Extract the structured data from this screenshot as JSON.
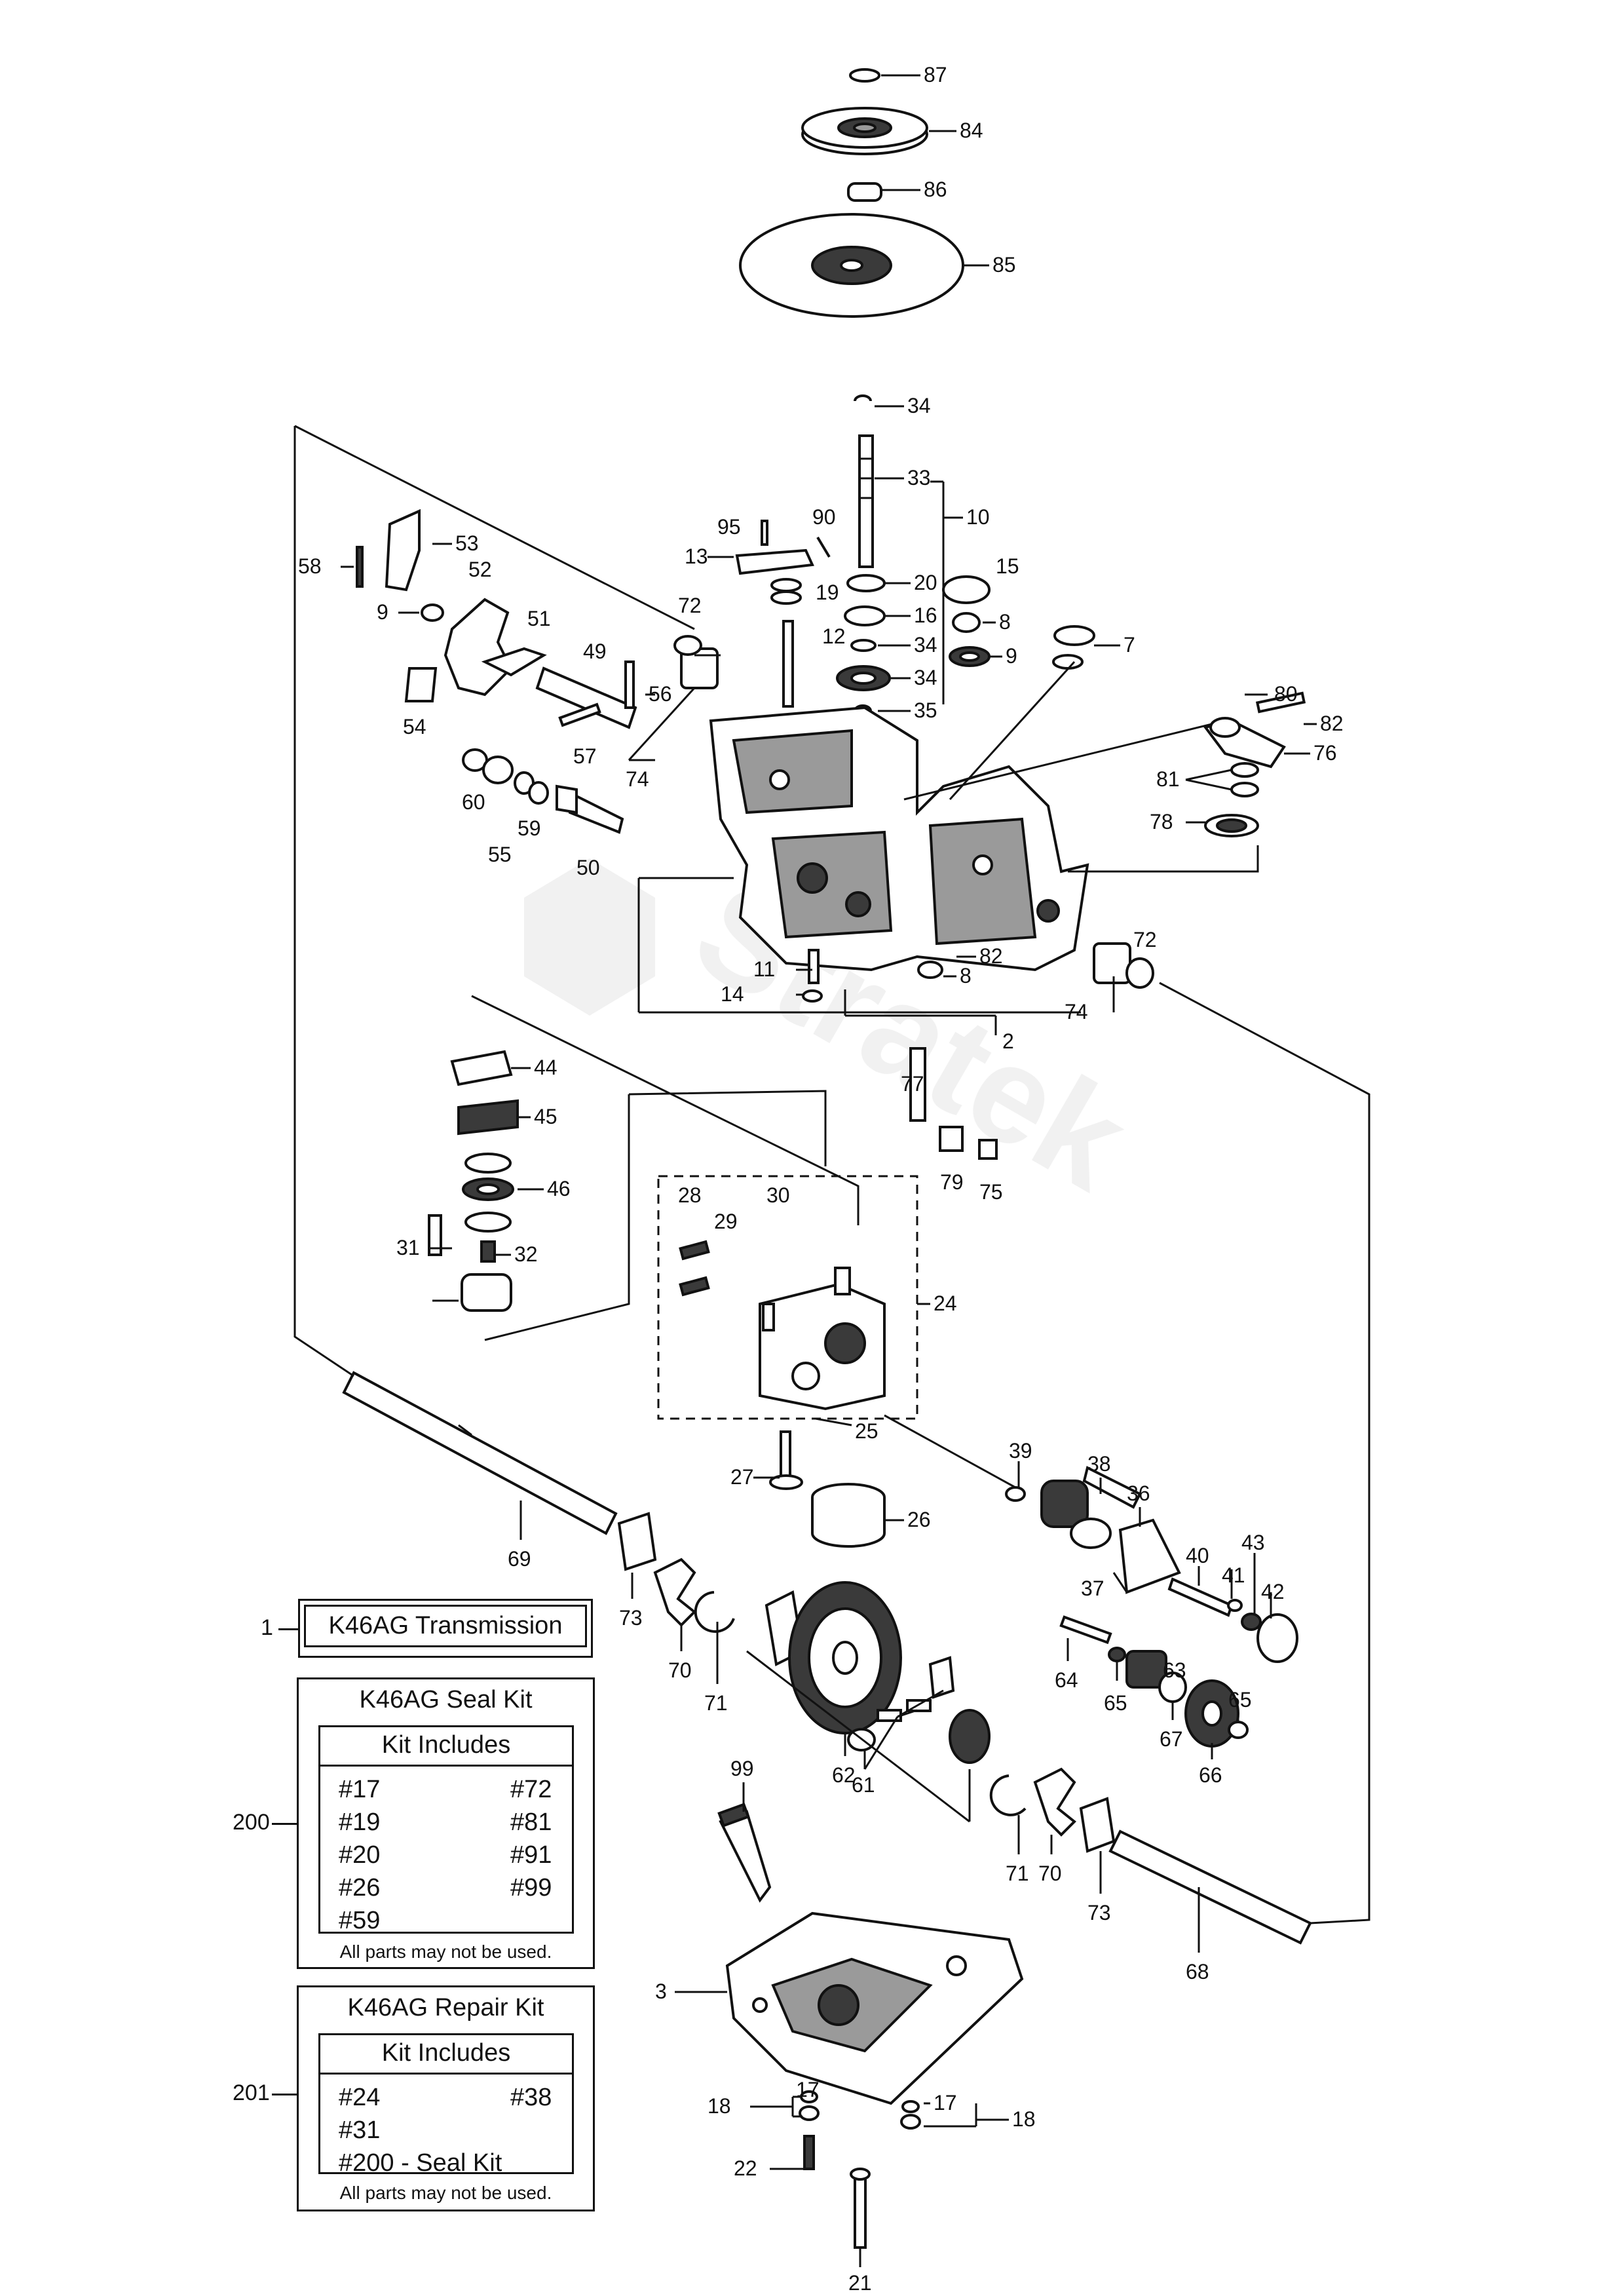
{
  "callouts": [
    "87",
    "84",
    "86",
    "85",
    "34",
    "33",
    "10",
    "95",
    "90",
    "13",
    "19",
    "20",
    "15",
    "16",
    "8",
    "12",
    "34",
    "9",
    "7",
    "34",
    "35",
    "34",
    "53",
    "58",
    "52",
    "9",
    "72",
    "51",
    "49",
    "56",
    "54",
    "57",
    "74",
    "80",
    "82",
    "76",
    "81",
    "78",
    "60",
    "55",
    "59",
    "50",
    "82",
    "8",
    "11",
    "14",
    "74",
    "2",
    "72",
    "44",
    "45",
    "46",
    "31",
    "32",
    "28",
    "29",
    "30",
    "24",
    "77",
    "79",
    "75",
    "25",
    "27",
    "26",
    "39",
    "38",
    "36",
    "40",
    "43",
    "41",
    "42",
    "37",
    "64",
    "65",
    "63",
    "67",
    "65",
    "66",
    "69",
    "73",
    "70",
    "71",
    "62",
    "61",
    "99",
    "71",
    "70",
    "73",
    "68",
    "3",
    "17",
    "18",
    "17",
    "18",
    "22",
    "21"
  ],
  "transmission_box": {
    "ref": "1",
    "label": "K46AG Transmission"
  },
  "seal_kit": {
    "ref": "200",
    "title": "K46AG Seal Kit",
    "includes_header": "Kit Includes",
    "items_left": [
      "#17",
      "#19",
      "#20",
      "#26",
      "#59"
    ],
    "items_right": [
      "#72",
      "#81",
      "#91",
      "#99"
    ],
    "note": "All parts may not be used."
  },
  "repair_kit": {
    "ref": "201",
    "title": "K46AG Repair Kit",
    "includes_header": "Kit Includes",
    "items_left": [
      "#24",
      "#31",
      "#200 - Seal Kit"
    ],
    "items_right": [
      "#38"
    ],
    "note": "All parts may not be used."
  },
  "watermark": "Stratek"
}
